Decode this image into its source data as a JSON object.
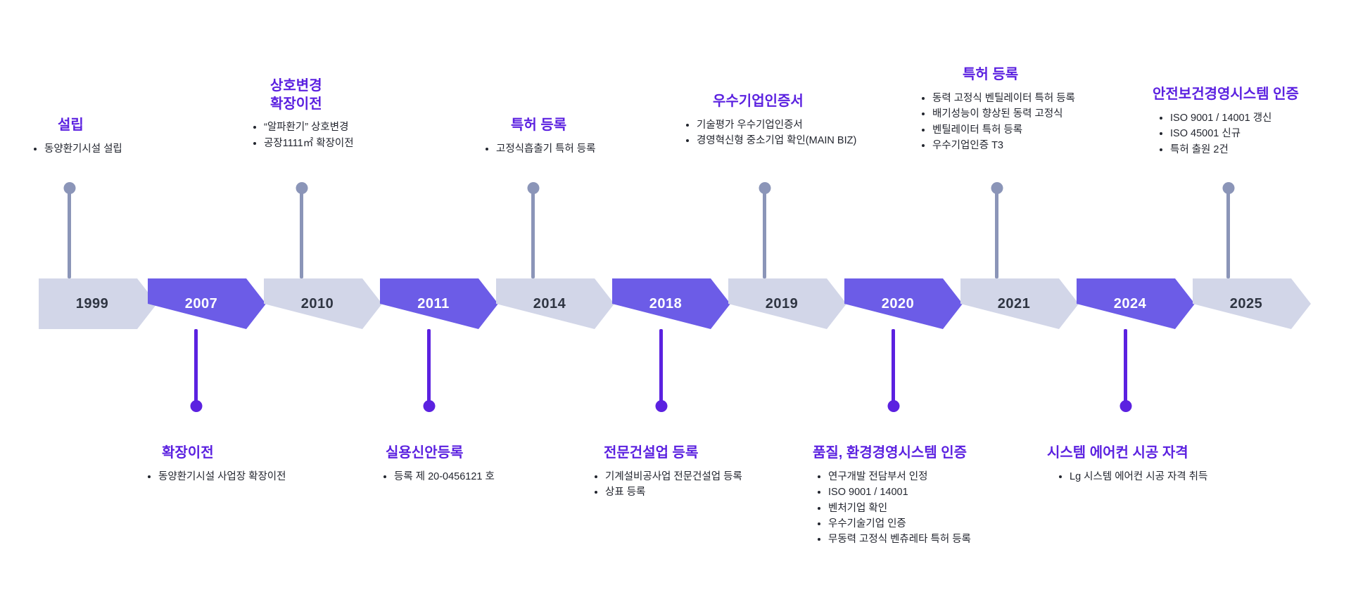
{
  "theme": {
    "accent_purple": "#5b21e0",
    "chevron_active": "#6c5ce7",
    "chevron_inactive": "#d2d6e8",
    "stem_gray": "#8b95b8",
    "text_dark": "#23262f"
  },
  "timeline": {
    "years": [
      {
        "year": "1999",
        "active": false
      },
      {
        "year": "2007",
        "active": true
      },
      {
        "year": "2010",
        "active": false
      },
      {
        "year": "2011",
        "active": true
      },
      {
        "year": "2014",
        "active": false
      },
      {
        "year": "2018",
        "active": true
      },
      {
        "year": "2019",
        "active": false
      },
      {
        "year": "2020",
        "active": true
      },
      {
        "year": "2021",
        "active": false
      },
      {
        "year": "2024",
        "active": true
      },
      {
        "year": "2025",
        "active": false
      }
    ],
    "above": [
      {
        "year": "1999",
        "title": "설립",
        "items": [
          "동양환기시설 설립"
        ]
      },
      {
        "year": "2010",
        "title": "상호변경\n확장이전",
        "items": [
          "“알파환기” 상호변경",
          "공장1111㎡ 확장이전"
        ]
      },
      {
        "year": "2014",
        "title": "특허 등록",
        "items": [
          "고정식흡출기 특허 등록"
        ]
      },
      {
        "year": "2019",
        "title": "우수기업인증서",
        "items": [
          "기술평가 우수기업인증서",
          "경영혁신형 중소기업 확인(MAIN BIZ)"
        ]
      },
      {
        "year": "2021",
        "title": "특허 등록",
        "items": [
          "동력 고정식 벤틸레이터 특허 등록",
          "배기성능이 향상된 동력 고정식",
          "벤틸레이터 특허 등록",
          "우수기업인증 T3"
        ]
      },
      {
        "year": "2025",
        "title": "안전보건경영시스템 인증",
        "items": [
          "ISO 9001 / 14001  갱신",
          "ISO 45001 신규",
          "특허 출원 2건"
        ]
      }
    ],
    "below": [
      {
        "year": "2007",
        "title": "확장이전",
        "items": [
          "동양환기시설 사업장 확장이전"
        ]
      },
      {
        "year": "2011",
        "title": "실용신안등록",
        "items": [
          "등록 제 20-0456121 호"
        ]
      },
      {
        "year": "2018",
        "title": "전문건설업 등록",
        "items": [
          "기계설비공사업 전문건설업 등록",
          "상표 등록"
        ]
      },
      {
        "year": "2020",
        "title": "품질, 환경경영시스템 인증",
        "items": [
          "연구개발 전담부서 인정",
          "ISO 9001 / 14001",
          "벤처기업 확인",
          "우수기술기업 인증",
          "무동력 고정식 벤츄레타 특허 등록"
        ]
      },
      {
        "year": "2024",
        "title": "시스템 에어컨 시공 자격",
        "items": [
          "Lg 시스템 에어컨 시공 자격 취득"
        ]
      }
    ]
  }
}
